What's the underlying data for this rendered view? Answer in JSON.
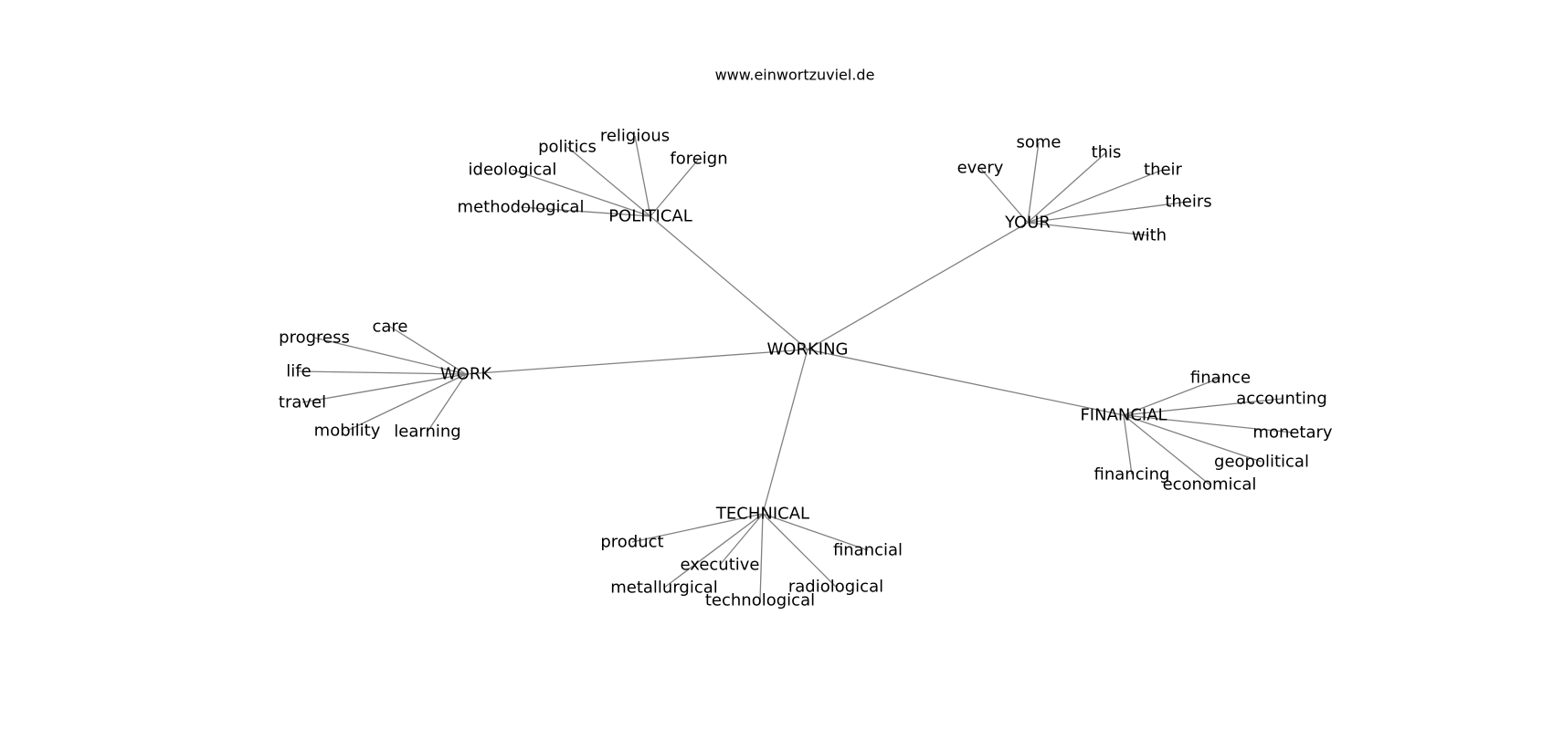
{
  "title": "www.einwortzuviel.de",
  "edge_color": "#808080",
  "text_color": "#000000",
  "background": "#ffffff",
  "graph": {
    "center": "WORKING",
    "hubs": [
      {
        "label": "POLITICAL",
        "leaves": [
          "politics",
          "religious",
          "ideological",
          "foreign",
          "methodological"
        ]
      },
      {
        "label": "YOUR",
        "leaves": [
          "some",
          "every",
          "this",
          "their",
          "theirs",
          "with"
        ]
      },
      {
        "label": "WORK",
        "leaves": [
          "care",
          "progress",
          "life",
          "travel",
          "mobility",
          "learning"
        ]
      },
      {
        "label": "FINANCIAL",
        "leaves": [
          "finance",
          "accounting",
          "monetary",
          "geopolitical",
          "financing",
          "economical"
        ]
      },
      {
        "label": "TECHNICAL",
        "leaves": [
          "product",
          "financial",
          "executive",
          "metallurgical",
          "radiological",
          "technological"
        ]
      }
    ]
  }
}
